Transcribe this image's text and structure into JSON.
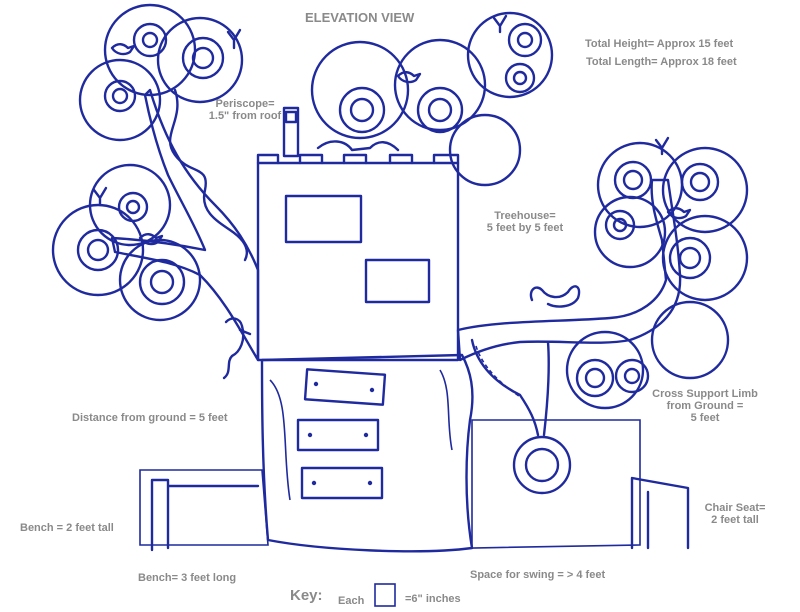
{
  "title": "ELEVATION VIEW",
  "summary": {
    "total_height": "Total Height= Approx 15 feet",
    "total_length": "Total Length= Approx 18 feet"
  },
  "labels": {
    "periscope_1": "Periscope=",
    "periscope_2": "1.5\" from roof",
    "treehouse_1": "Treehouse=",
    "treehouse_2": "5 feet by 5 feet",
    "distance_ground": "Distance from ground = 5 feet",
    "cross_support_1": "Cross Support Limb",
    "cross_support_2": "from Ground =",
    "cross_support_3": "5 feet",
    "chair_seat_1": "Chair Seat=",
    "chair_seat_2": "2 feet tall",
    "bench_height": "Bench = 2 feet tall",
    "bench_length": "Bench= 3 feet long",
    "swing_space": "Space for swing = > 4 feet"
  },
  "key": {
    "title": "Key:",
    "each": "Each",
    "scale": "=6\" inches"
  },
  "colors": {
    "ink": "#1f2a9e",
    "grid": "#b8b8b8",
    "label": "#8a8a8a"
  }
}
